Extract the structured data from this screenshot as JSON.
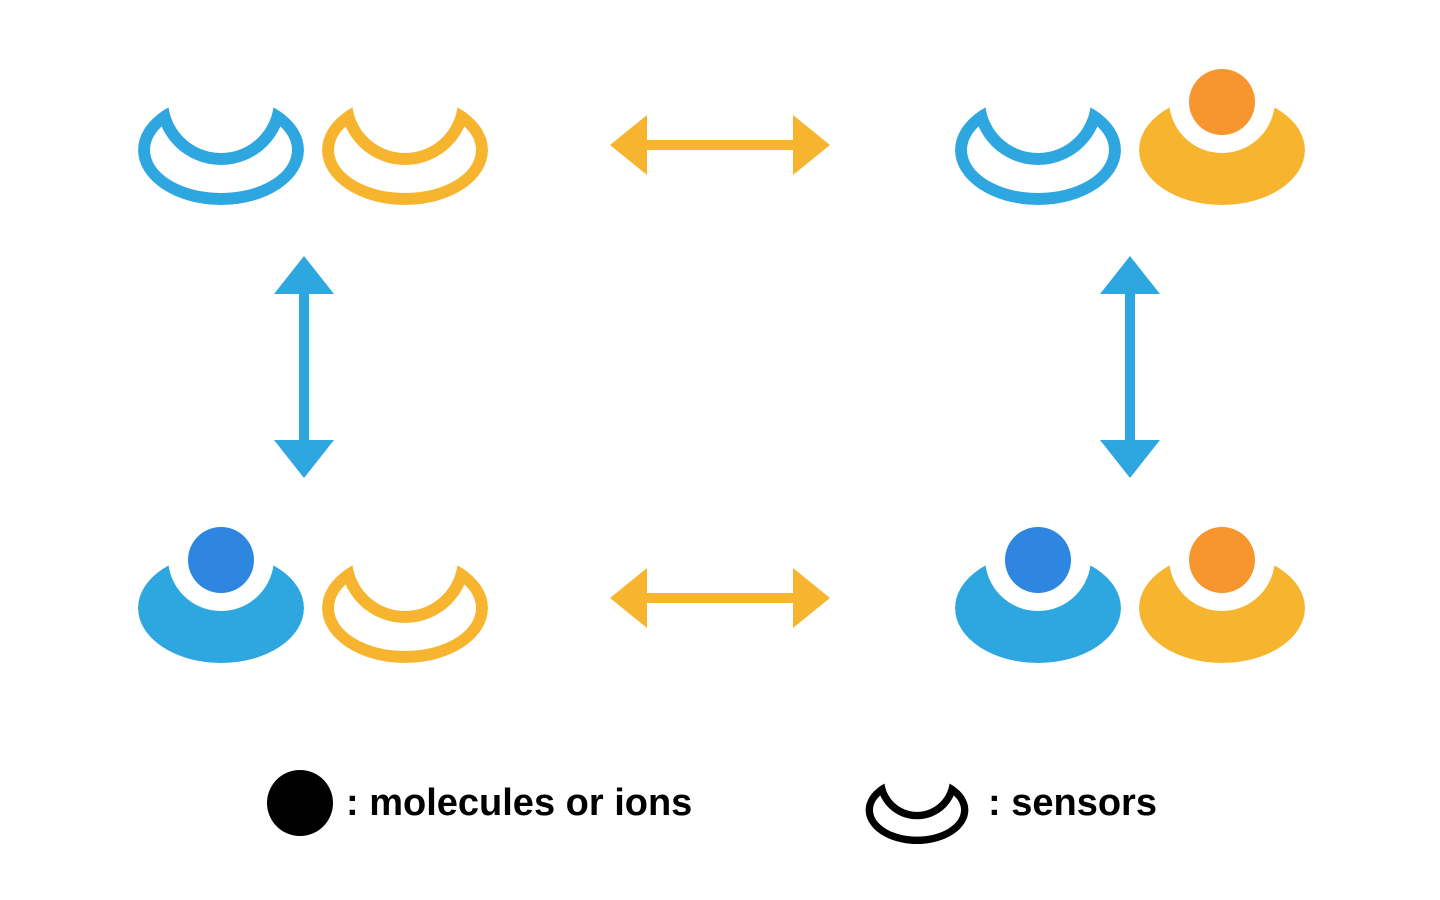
{
  "colors": {
    "sensor_blue": "#2EA6E0",
    "sensor_orange": "#F7B52F",
    "molecule_blue": "#2E86E0",
    "molecule_orange": "#F7962F",
    "legend": "#000000"
  },
  "states": [
    {
      "position": "top-left",
      "blue_sensor": "empty",
      "orange_sensor": "empty"
    },
    {
      "position": "top-right",
      "blue_sensor": "empty",
      "orange_sensor": "bound"
    },
    {
      "position": "bottom-left",
      "blue_sensor": "bound",
      "orange_sensor": "empty"
    },
    {
      "position": "bottom-right",
      "blue_sensor": "bound",
      "orange_sensor": "bound"
    }
  ],
  "legend": {
    "molecule_label": ": molecules or ions",
    "sensor_label": ": sensors"
  }
}
